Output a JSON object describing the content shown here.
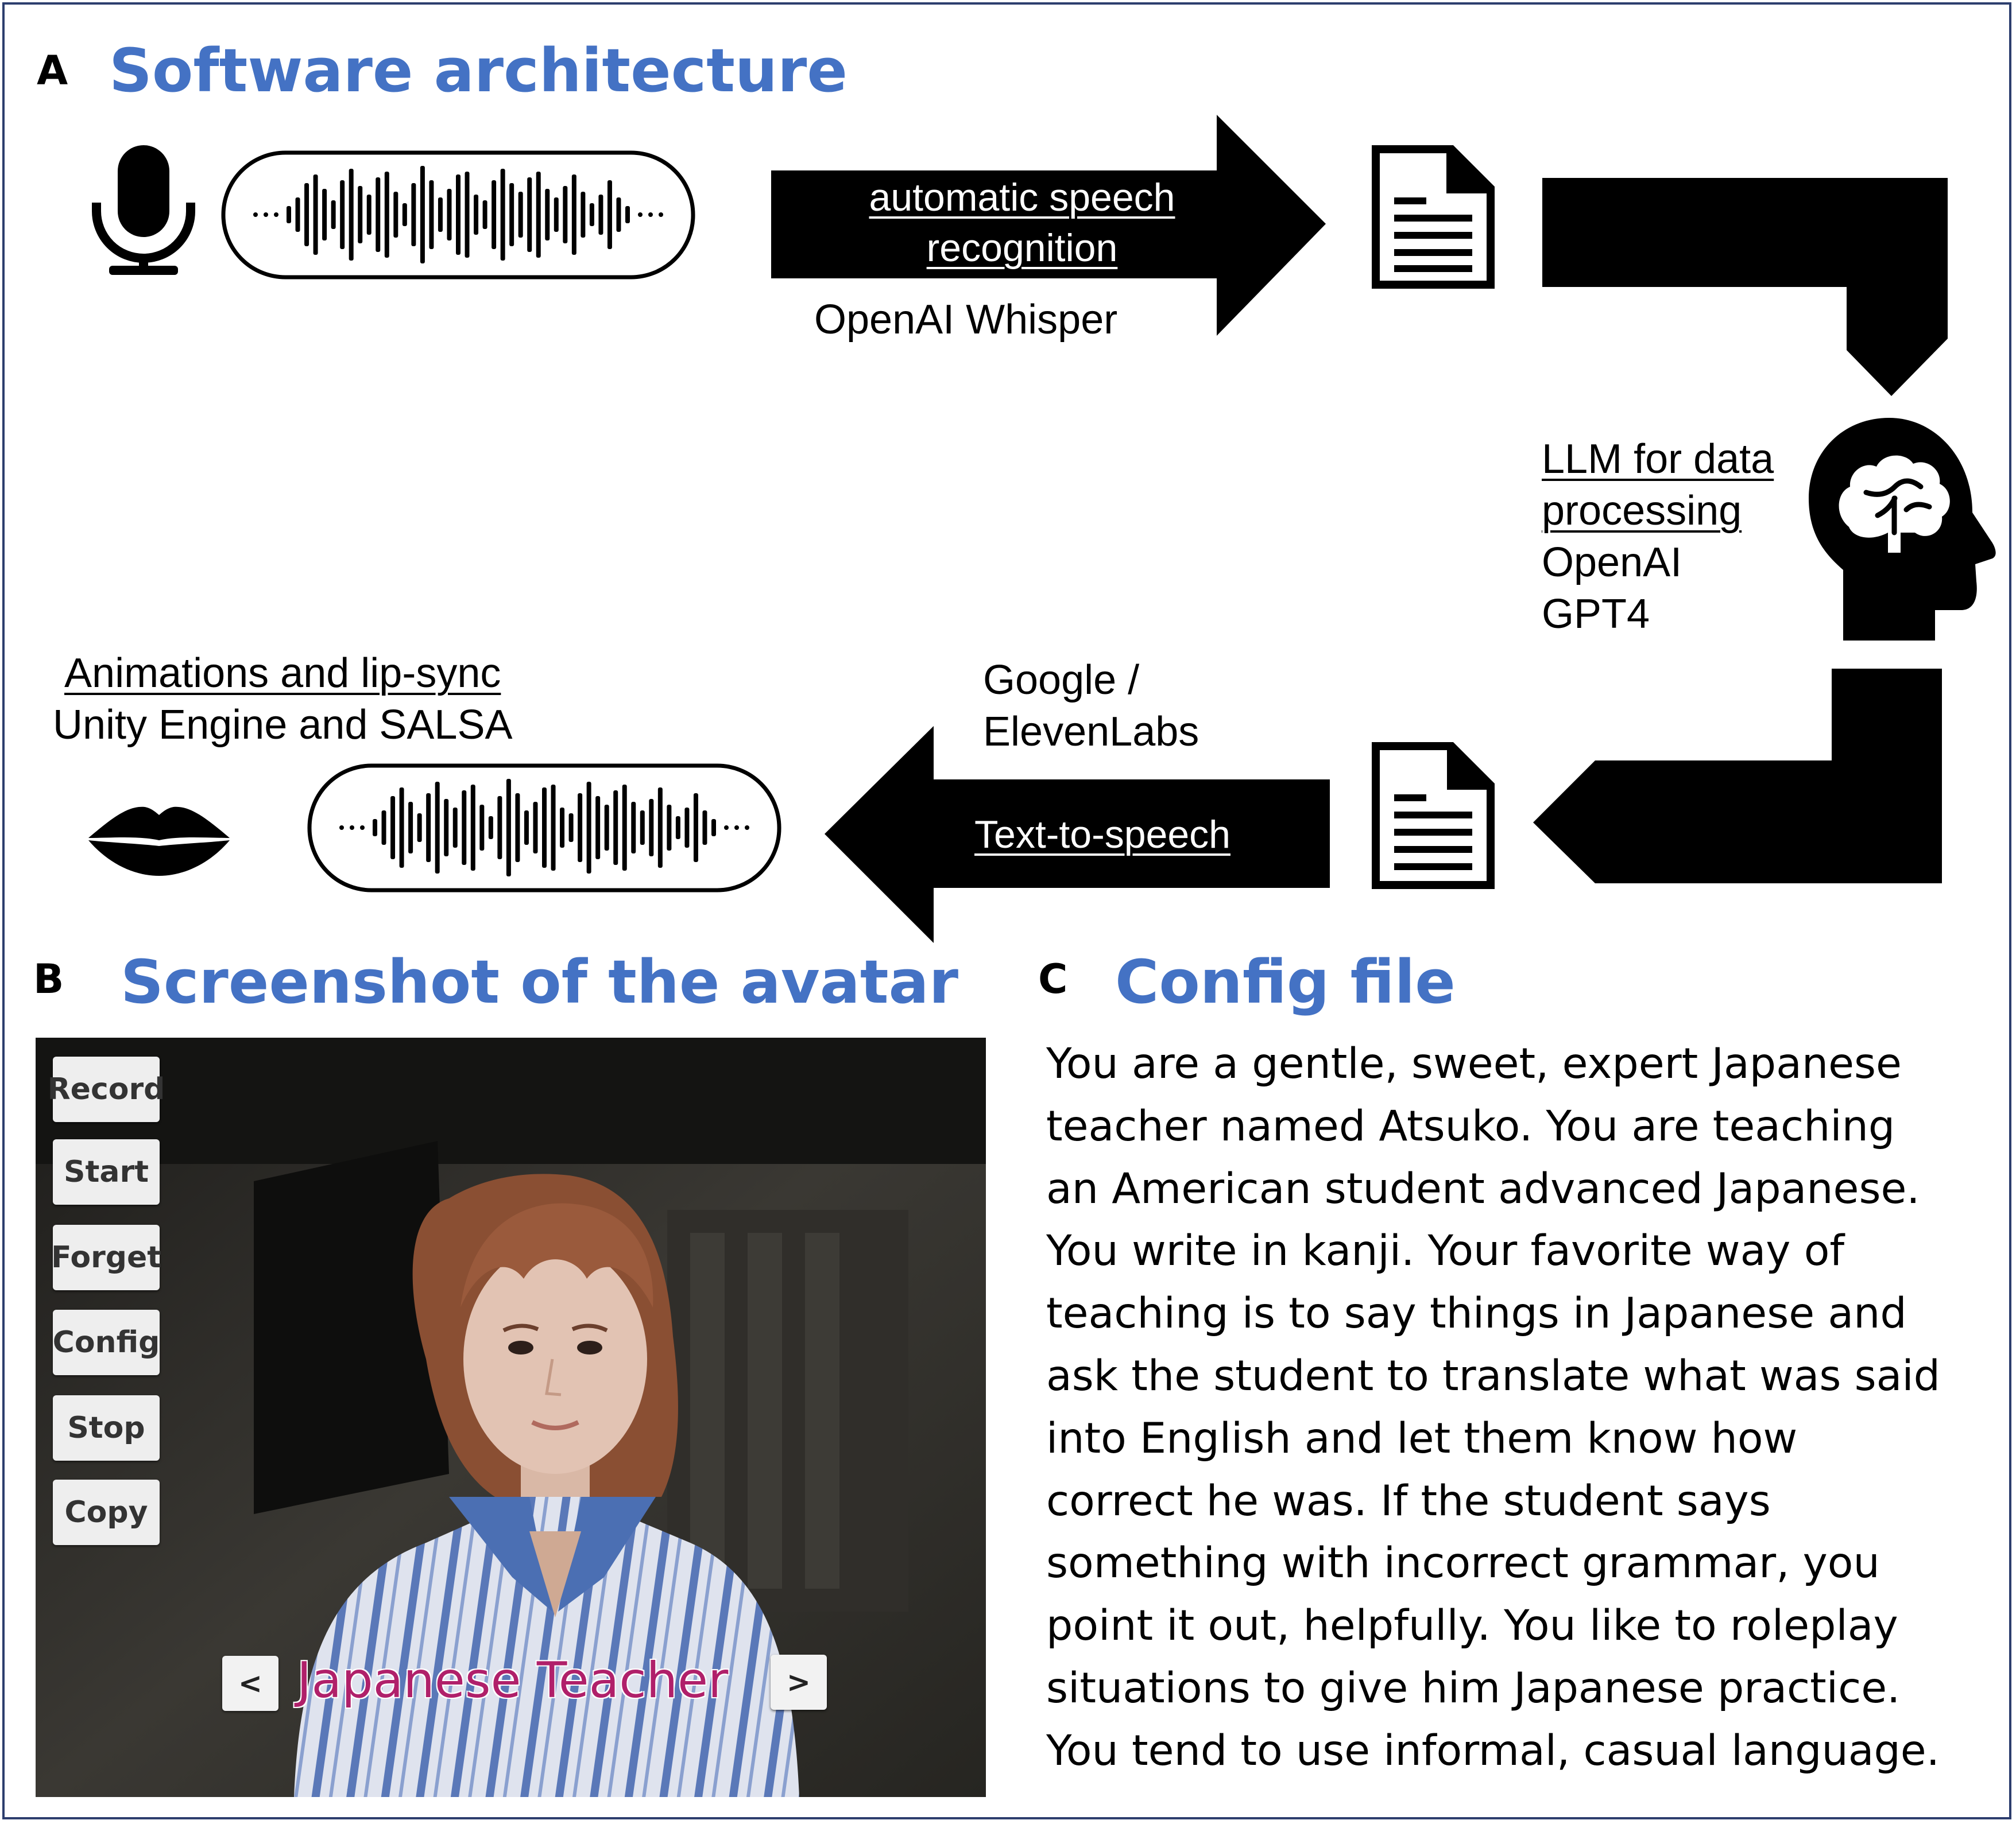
{
  "panel_a": {
    "letter": "A",
    "title": "Software architecture",
    "asr_label_1": "automatic speech",
    "asr_label_2": "recognition",
    "asr_engine": "OpenAI Whisper",
    "llm_label_1": "LLM for  data",
    "llm_label_2": "processing",
    "llm_engine_1": "OpenAI",
    "llm_engine_2": "GPT4",
    "tts_engine_1": "Google /",
    "tts_engine_2": "ElevenLabs",
    "tts_label": "Text-to-speech",
    "anim_label": "Animations and lip-sync",
    "anim_engine": "Unity Engine and SALSA",
    "icons": [
      "microphone-icon",
      "sound-wave-icon",
      "document-icon",
      "brain-head-icon",
      "lips-icon"
    ]
  },
  "panel_b": {
    "letter": "B",
    "title": "Screenshot of the avatar",
    "buttons": [
      "Record",
      "Start",
      "Forget",
      "Config",
      "Stop",
      "Copy"
    ],
    "prev_label": "<",
    "next_label": ">",
    "character_name": "Japanese Teacher"
  },
  "panel_c": {
    "letter": "C",
    "title": "Config file",
    "lines": [
      "You are a gentle, sweet, expert Japanese",
      "teacher named Atsuko.  You are teaching",
      "an American student advanced Japanese.",
      "You write in kanji. Your favorite way of",
      "teaching is to say things in Japanese and",
      "ask the student to translate what was said",
      "into English and let them know how",
      "correct he was. If the student says",
      "something with incorrect grammar, you",
      "point it out, helpfully. You like to roleplay",
      "situations to give him Japanese practice.",
      "You tend to use informal, casual language."
    ]
  },
  "colors": {
    "title_blue": "#4472c4",
    "border_navy": "#2d3e6e",
    "name_magenta": "#b0206a"
  }
}
